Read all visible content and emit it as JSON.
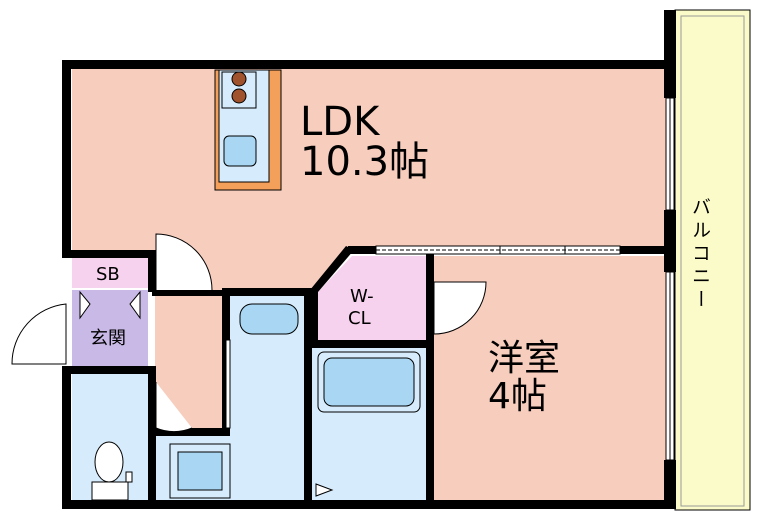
{
  "rooms": {
    "ldk": {
      "name": "LDK",
      "size": "10.3帖"
    },
    "western": {
      "name": "洋室",
      "size": "4帖"
    },
    "walk_in_closet": {
      "line1": "W-",
      "line2": "CL"
    },
    "shoe_box": {
      "name": "SB"
    },
    "entrance": {
      "name": "玄関"
    },
    "balcony": {
      "name": "バルコニー"
    }
  },
  "colors": {
    "wall": "#000000",
    "living_floor": "#f7cdbd",
    "closet": "#f7d2ee",
    "entrance": "#c9b9e6",
    "wet_area": "#d6ebfb",
    "fixture": "#a9d6f3",
    "balcony": "#fbfbc9",
    "kitchen_counter": "#f5a05a"
  }
}
